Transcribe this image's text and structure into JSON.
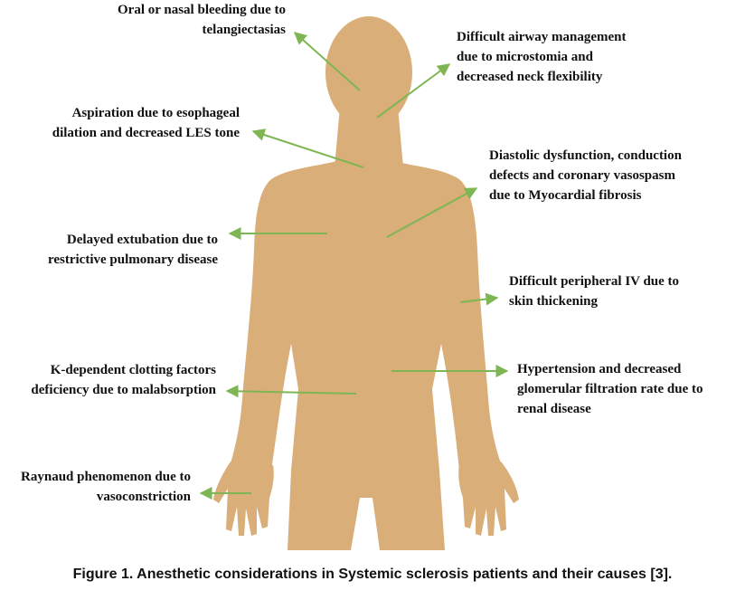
{
  "colors": {
    "body": "#D9AE78",
    "arrow": "#7DB652",
    "text": "#111111"
  },
  "labels": {
    "bleeding": [
      "Oral or nasal bleeding due to",
      "telangiectasias"
    ],
    "airway": [
      "Difficult airway management",
      "due to microstomia and",
      "decreased neck flexibility"
    ],
    "aspiration": [
      "Aspiration due to esophageal",
      "dilation and decreased LES tone"
    ],
    "cardiac": [
      "Diastolic dysfunction, conduction",
      "defects and coronary vasospasm",
      "due to Myocardial fibrosis"
    ],
    "extubation": [
      "Delayed extubation due to",
      "restrictive pulmonary disease"
    ],
    "iv": [
      "Difficult peripheral IV due to",
      "skin thickening"
    ],
    "clotting": [
      "K-dependent clotting factors",
      "deficiency due to malabsorption"
    ],
    "renal": [
      "Hypertension and decreased",
      "glomerular filtration rate due to",
      "renal disease"
    ],
    "raynaud": [
      "Raynaud phenomenon due to",
      "vasoconstriction"
    ]
  },
  "caption": "Figure 1. Anesthetic considerations in Systemic sclerosis patients and their causes [3]."
}
